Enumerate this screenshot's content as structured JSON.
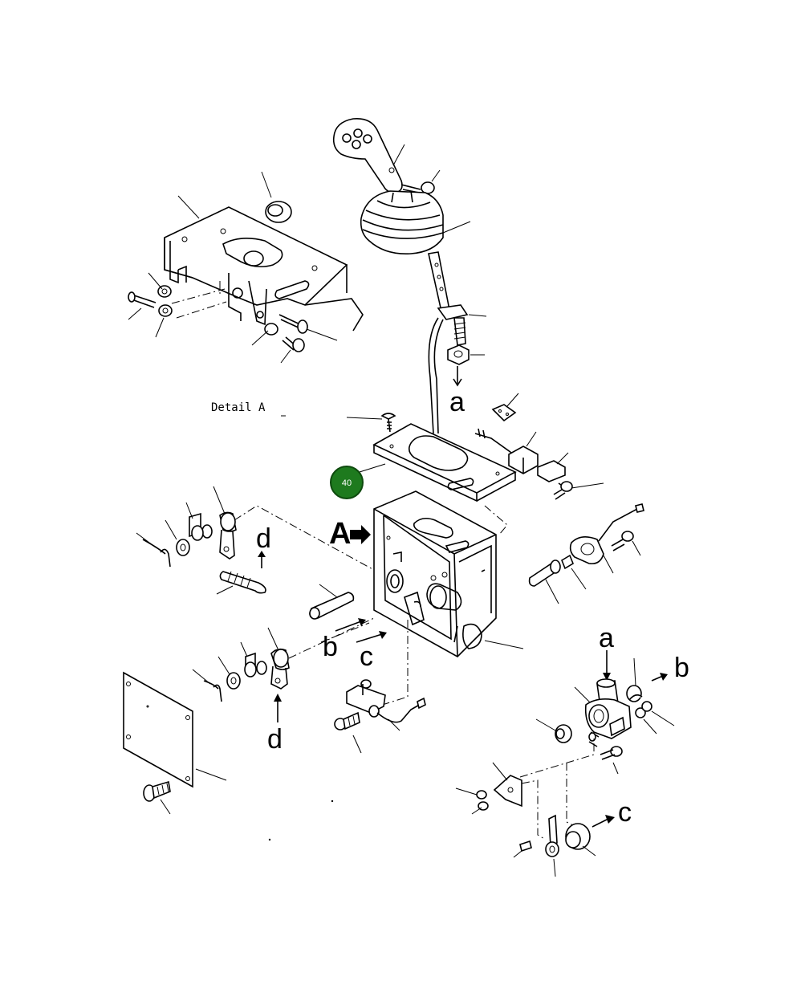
{
  "labels": {
    "detail_a": "Detail A",
    "view_marker": "A",
    "letter_a": "a",
    "letter_b": "b",
    "letter_c": "c",
    "letter_d": "d"
  },
  "callout": {
    "number": "40",
    "color": "#1e7a1e"
  }
}
